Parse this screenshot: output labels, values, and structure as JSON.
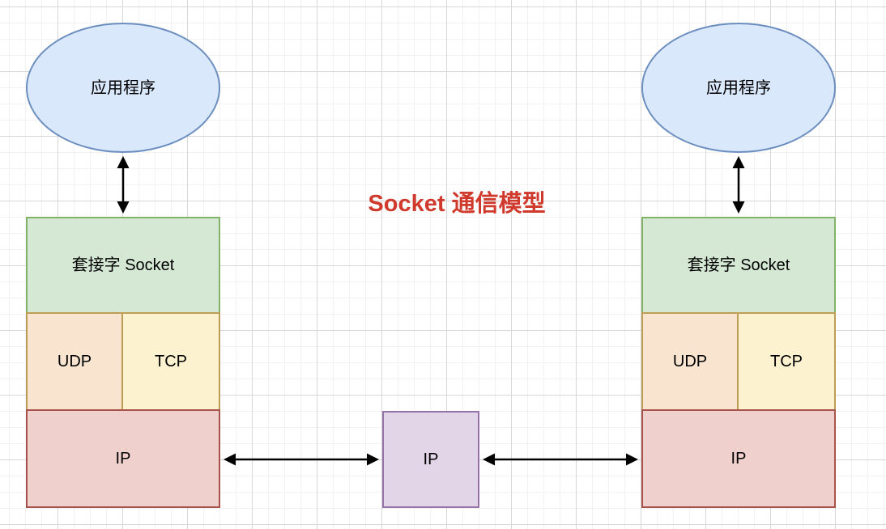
{
  "title": {
    "text": "Socket 通信模型"
  },
  "nodes": {
    "left_host": {
      "app": "应用程序",
      "socket": "套接字 Socket",
      "udp": "UDP",
      "tcp": "TCP",
      "ip": "IP"
    },
    "right_host": {
      "app": "应用程序",
      "socket": "套接字 Socket",
      "udp": "UDP",
      "tcp": "TCP",
      "ip": "IP"
    },
    "network_ip": "IP"
  },
  "connectors": [
    {
      "name": "left-app-to-socket",
      "type": "double-arrow",
      "orientation": "vertical"
    },
    {
      "name": "right-app-to-socket",
      "type": "double-arrow",
      "orientation": "vertical"
    },
    {
      "name": "left-ip-to-network-ip",
      "type": "double-arrow",
      "orientation": "horizontal"
    },
    {
      "name": "network-ip-to-right-ip",
      "type": "double-arrow",
      "orientation": "horizontal"
    }
  ],
  "colors": {
    "title": "#cf3a2c",
    "app_fill": "#dae8fc",
    "app_stroke": "#6c8ebf",
    "socket_fill": "#d5e8d4",
    "socket_stroke": "#82b366",
    "udp_fill": "#f8e4cf",
    "tcp_fill": "#fcf2d0",
    "udp_tcp_stroke": "#bd9e56",
    "ip_fill": "#f0d0cd",
    "ip_stroke": "#a8524c",
    "network_ip_fill": "#e1d5e7",
    "network_ip_stroke": "#9673a6",
    "arrow": "#000000",
    "grid_minor": "#f2f2f2",
    "grid_major": "#d7d7d7"
  }
}
